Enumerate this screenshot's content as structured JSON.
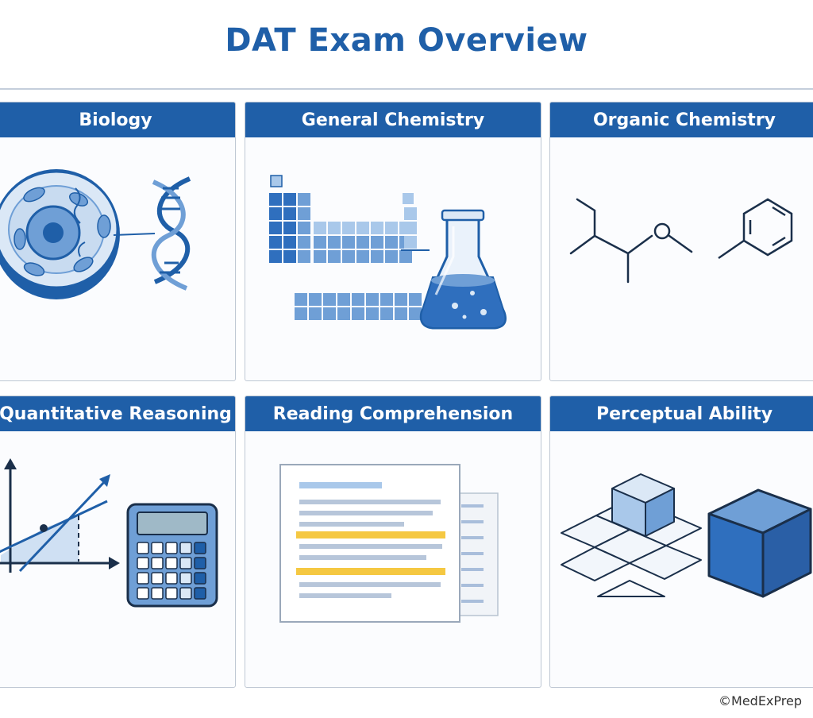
{
  "title": "DAT Exam Overview",
  "colors": {
    "primary": "#1f5fa8",
    "light_blue": "#a9c8ea",
    "highlight": "#f5c842",
    "border": "#bfc8d4"
  },
  "sections": [
    {
      "id": "biology",
      "label": "Biology",
      "icons": [
        "cell-icon",
        "dna-helix-icon"
      ]
    },
    {
      "id": "general-chemistry",
      "label": "General Chemistry",
      "icons": [
        "periodic-table-icon",
        "flask-icon"
      ]
    },
    {
      "id": "organic-chemistry",
      "label": "Organic Chemistry",
      "icons": [
        "skeletal-structure-icon",
        "benzene-ring-icon"
      ]
    },
    {
      "id": "quantitative-reasoning",
      "label": "Quantitative Reasoning",
      "icons": [
        "graph-icon",
        "calculator-icon"
      ]
    },
    {
      "id": "reading-comprehension",
      "label": "Reading Comprehension",
      "icons": [
        "document-icon"
      ]
    },
    {
      "id": "perceptual-ability",
      "label": "Perceptual Ability",
      "icons": [
        "cube-net-icon",
        "cube-icon"
      ]
    }
  ],
  "copyright": "©MedExPrep"
}
